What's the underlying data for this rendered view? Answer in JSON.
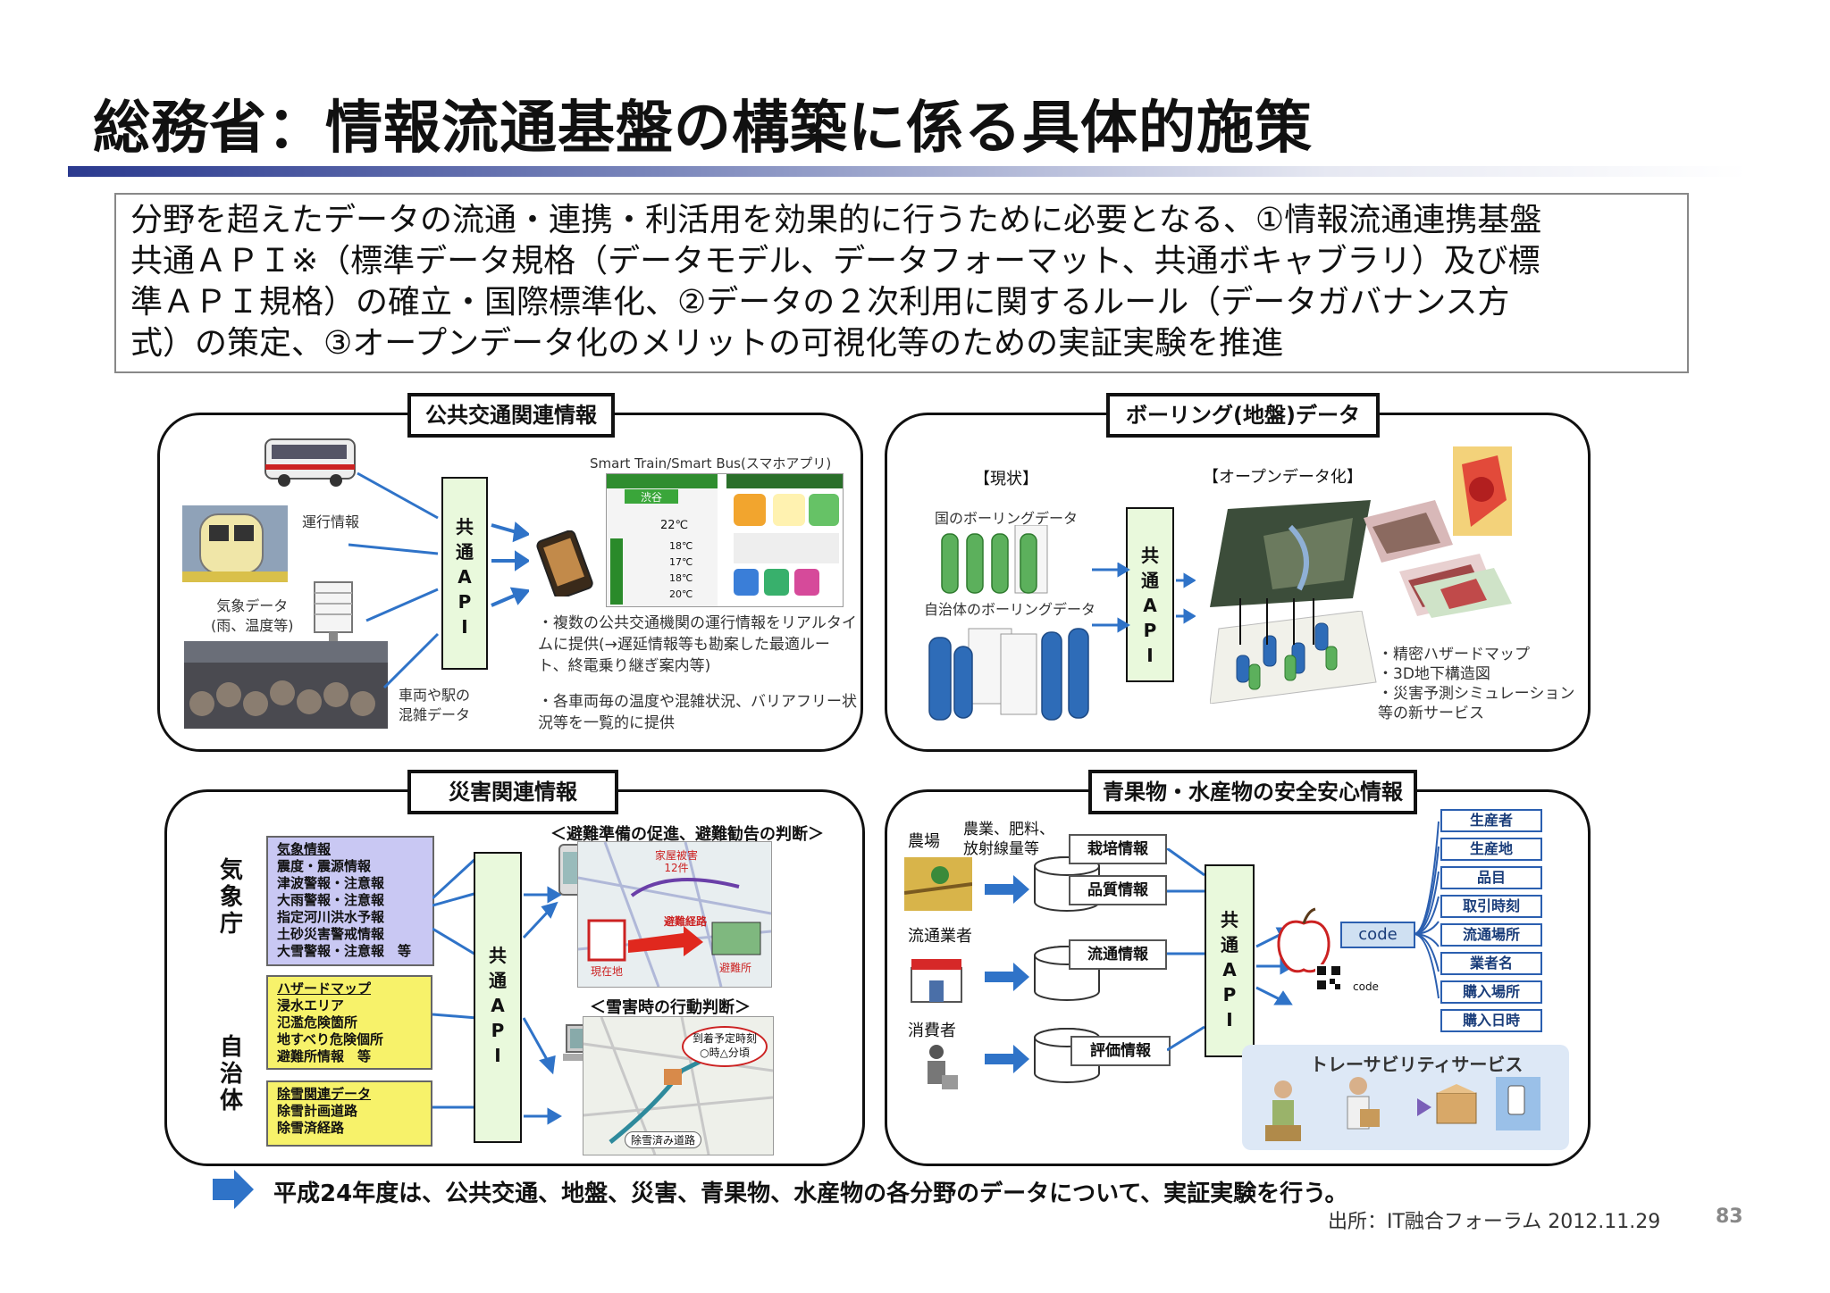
{
  "title": "総務省：情報流通基盤の構築に係る具体的施策",
  "summary": {
    "lines": [
      "分野を超えたデータの流通・連携・利活用を効果的に行うために必要となる、①情報流通連携基盤",
      "共通ＡＰＩ※（標準データ規格（データモデル、データフォーマット、共通ボキャブラリ）及び標",
      "準ＡＰＩ規格）の確立・国際標準化、②データの２次利用に関するルール（データガバナンス方",
      "式）の策定、③オープンデータ化のメリットの可視化等のための実証実験を推進"
    ]
  },
  "api_label": [
    "共",
    "通",
    "A",
    "P",
    "I"
  ],
  "panel_transport": {
    "title": "公共交通関連情報",
    "labels": {
      "operation": "運行情報",
      "weather": "気象データ\n(雨、温度等)",
      "crowd": "車両や駅の\n混雑データ"
    },
    "app_title": "Smart Train/Smart Bus(スマホアプリ)",
    "app": {
      "station": "渋谷",
      "temp": "22℃",
      "rows": [
        "18℃",
        "17℃",
        "18℃",
        "20℃"
      ]
    },
    "notes": [
      "・複数の公共交通機関の運行情報をリアルタイムに提供(→遅延情報等も勘案した最適ルート、終電乗り継ぎ案内等)",
      "・各車両毎の温度や混雑状況、バリアフリー状況等を一覧的に提供"
    ]
  },
  "panel_boring": {
    "title": "ボーリング(地盤)データ",
    "current": "【現状】",
    "opendata": "【オープンデータ化】",
    "national": "国のボーリングデータ",
    "local": "自治体のボーリングデータ",
    "notes": [
      "・精密ハザードマップ",
      "・3D地下構造図",
      "・災害予測シミュレーション",
      "等の新サービス"
    ]
  },
  "panel_disaster": {
    "title": "災害関連情報",
    "agency1": [
      "気",
      "象",
      "庁"
    ],
    "agency2": [
      "自",
      "治",
      "体"
    ],
    "box_weather": {
      "head": "気象情報",
      "items": [
        "震度・震源情報",
        "津波警報・注意報",
        "大雨警報・注意報",
        "指定河川洪水予報",
        "土砂災害警戒情報",
        "大雪警報・注意報　等"
      ]
    },
    "box_hazard": {
      "head": "ハザードマップ",
      "items": [
        "浸水エリア",
        "氾濫危険箇所",
        "地すべり危険個所",
        "避難所情報　等"
      ]
    },
    "box_snow": {
      "head": "除雪関連データ",
      "items": [
        "除雪計画道路",
        "除雪済経路"
      ]
    },
    "map1_title": "＜避難準備の促進、避難勧告の判断＞",
    "map1_labels": {
      "damage": "家屋被害\n12件",
      "route": "避難経路",
      "here": "現在地",
      "shelter": "避難所"
    },
    "map2_title": "＜雪害時の行動判断＞",
    "map2_labels": {
      "arrival": "到着予定時刻\n○時△分頃",
      "cleared": "除雪済み道路"
    }
  },
  "panel_food": {
    "title": "青果物・水産物の安全安心情報",
    "farm": "農場",
    "inputs": "農業、肥料、\n放射線量等",
    "distributor": "流通業者",
    "consumer": "消費者",
    "tags": [
      "栽培情報",
      "品質情報",
      "流通情報",
      "評価情報"
    ],
    "code_label": "code",
    "code_small": "code",
    "items": [
      "生産者",
      "生産地",
      "品目",
      "取引時刻",
      "流通場所",
      "業者名",
      "購入場所",
      "購入日時"
    ],
    "trace": "トレーサビリティサービス"
  },
  "footer": "平成24年度は、公共交通、地盤、災害、青果物、水産物の各分野のデータについて、実証実験を行う。",
  "source": "出所：IT融合フォーラム 2012.11.29",
  "page_number": "83",
  "colors": {
    "accent": "#2b3a8f",
    "arrow": "#2f73c8",
    "api_bg": "#e9f9dc",
    "purple_box": "#c9c8f3",
    "yellow_box": "#f7f26a"
  }
}
